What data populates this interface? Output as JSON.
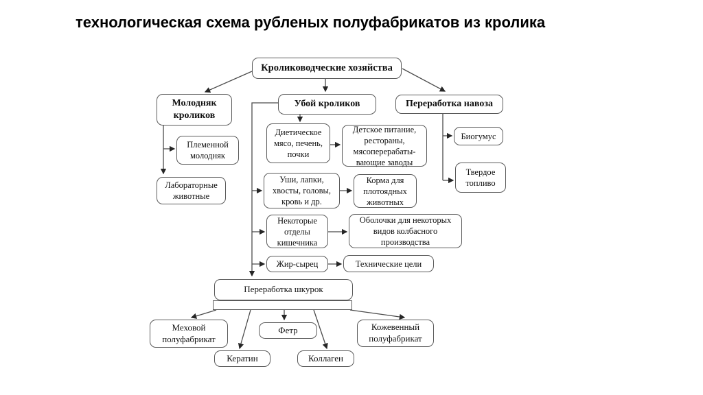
{
  "title": "технологическая схема рубленых полуфабрикатов из кролика",
  "style": {
    "background": "#ffffff",
    "box_border": "#595959",
    "line_color": "#4a4a4a",
    "text_color": "#111111"
  },
  "nodes": {
    "root": {
      "label": "Кролиководческие хозяйства"
    },
    "molodnyak": {
      "label": "Молодняк\nкроликов"
    },
    "uboy": {
      "label": "Убой кроликов"
    },
    "navoz": {
      "label": "Переработка навоза"
    },
    "plemennoy": {
      "label": "Племенной\nмолодняк"
    },
    "laboratornye": {
      "label": "Лабораторные\nживотные"
    },
    "dieticheskoe": {
      "label": "Диетическое\nмясо, печень,\nпочки"
    },
    "detskoe": {
      "label": "Детское питание,\nрестораны,\nмясоперерабаты-\nвающие заводы"
    },
    "biogumus": {
      "label": "Биогумус"
    },
    "tverdoe": {
      "label": "Твердое\nтопливо"
    },
    "ushi": {
      "label": "Уши, лапки,\nхвосты, головы,\nкровь и др."
    },
    "korma": {
      "label": "Корма для\nплотоядных\nживотных"
    },
    "nekotorye": {
      "label": "Некоторые\nотделы\nкишечника"
    },
    "obolochki": {
      "label": "Оболочки для некоторых\nвидов колбасного\nпроизводства"
    },
    "zhir": {
      "label": "Жир-сырец"
    },
    "tseli": {
      "label": "Технические цели"
    },
    "shkurki": {
      "label": "Переработка шкурок"
    },
    "mehovoy": {
      "label": "Меховой\nполуфабрикат"
    },
    "keratin": {
      "label": "Кератин"
    },
    "fetr": {
      "label": "Фетр"
    },
    "kollagen": {
      "label": "Коллаген"
    },
    "kozhevenny": {
      "label": "Кожевенный\nполуфабрикат"
    }
  },
  "edges": [
    [
      "root",
      "molodnyak"
    ],
    [
      "root",
      "uboy"
    ],
    [
      "root",
      "navoz"
    ],
    [
      "molodnyak",
      "plemennoy"
    ],
    [
      "molodnyak",
      "laboratornye"
    ],
    [
      "uboy",
      "dieticheskoe"
    ],
    [
      "dieticheskoe",
      "detskoe"
    ],
    [
      "uboy",
      "ushi"
    ],
    [
      "ushi",
      "korma"
    ],
    [
      "uboy",
      "nekotorye"
    ],
    [
      "nekotorye",
      "obolochki"
    ],
    [
      "uboy",
      "zhir"
    ],
    [
      "zhir",
      "tseli"
    ],
    [
      "uboy",
      "shkurki"
    ],
    [
      "navoz",
      "biogumus"
    ],
    [
      "navoz",
      "tverdoe"
    ],
    [
      "shkurki",
      "mehovoy"
    ],
    [
      "shkurki",
      "keratin"
    ],
    [
      "shkurki",
      "fetr"
    ],
    [
      "shkurki",
      "kollagen"
    ],
    [
      "shkurki",
      "kozhevenny"
    ]
  ]
}
